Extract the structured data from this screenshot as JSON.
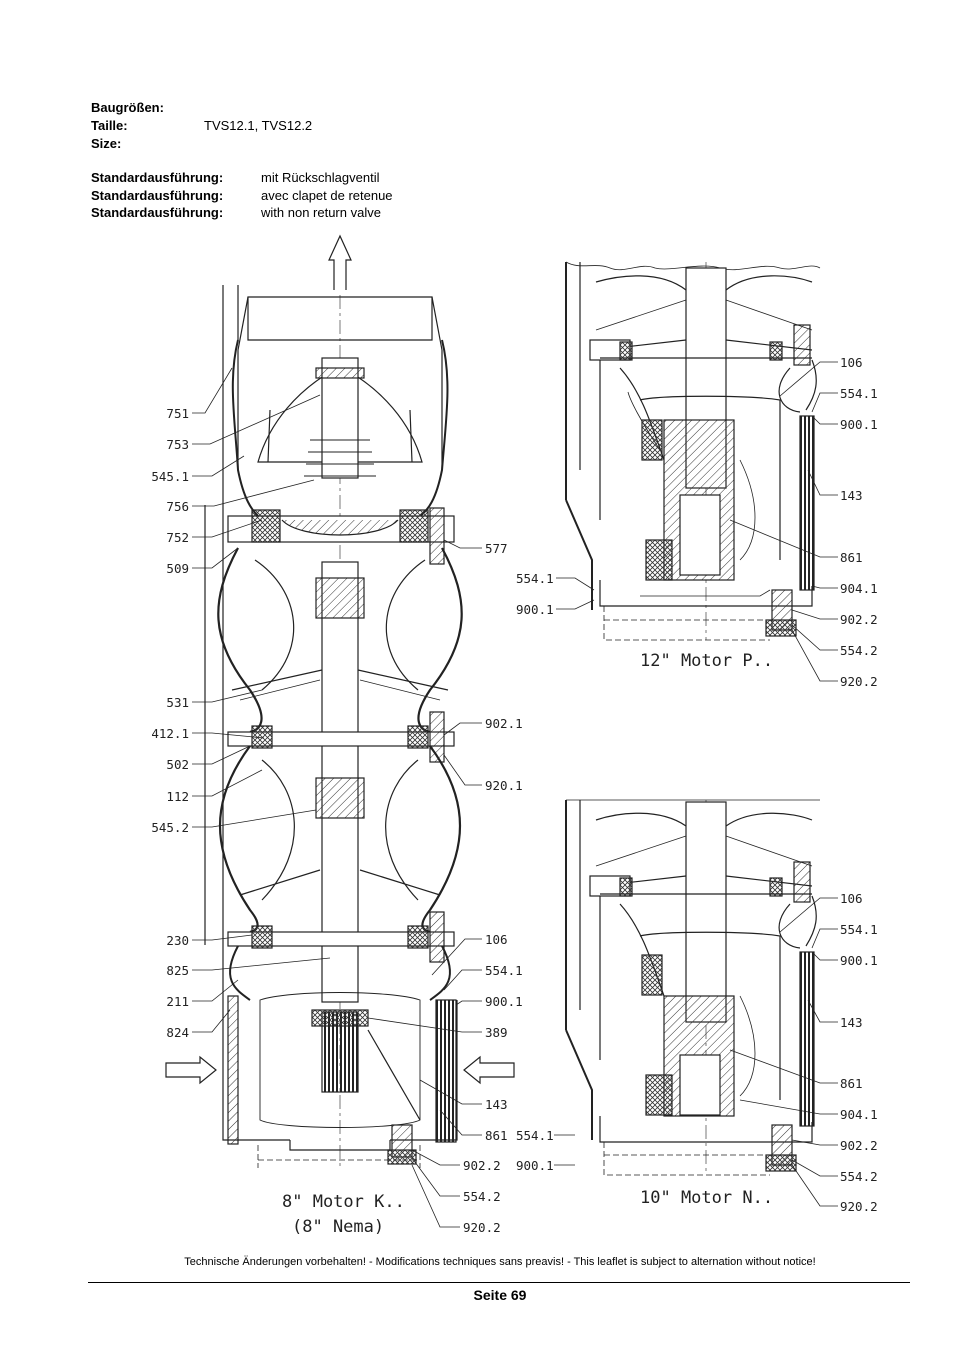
{
  "header": {
    "size_de": "Baugrößen:",
    "size_fr": "Taille:",
    "size_value": "TVS12.1, TVS12.2",
    "size_en": "Size:",
    "std_label": "Standardausführung:",
    "std_de": "mit Rückschlagventil",
    "std_fr": "avec clapet de retenue",
    "std_en": "with non return valve"
  },
  "main_drawing": {
    "left_labels": [
      "751",
      "753",
      "545.1",
      "756",
      "752",
      "509",
      "531",
      "412.1",
      "502",
      "112",
      "545.2",
      "230",
      "825",
      "211",
      "824"
    ],
    "right_labels": [
      "577",
      "902.1",
      "920.1",
      "106",
      "554.1",
      "900.1",
      "389",
      "143",
      "861"
    ],
    "bottom_labels": [
      "554.1",
      "900.1",
      "902.2",
      "554.2",
      "920.2"
    ],
    "caption_1": "8\" Motor K..",
    "caption_2": "(8\" Nema)"
  },
  "top_right_drawing": {
    "right_labels": [
      "106",
      "554.1",
      "900.1",
      "143",
      "861",
      "904.1",
      "902.2",
      "554.2",
      "920.2"
    ],
    "left_labels": [
      "554.1",
      "900.1"
    ],
    "caption": "12\" Motor P.."
  },
  "bottom_right_drawing": {
    "right_labels": [
      "106",
      "554.1",
      "900.1",
      "143",
      "861",
      "904.1",
      "902.2",
      "554.2",
      "920.2"
    ],
    "caption": "10\" Motor N.."
  },
  "footer": {
    "note": "Technische Änderungen vorbehalten! - Modifications techniques sans preavis! - This leaflet is subject to alternation without notice!",
    "page": "Seite 69"
  }
}
